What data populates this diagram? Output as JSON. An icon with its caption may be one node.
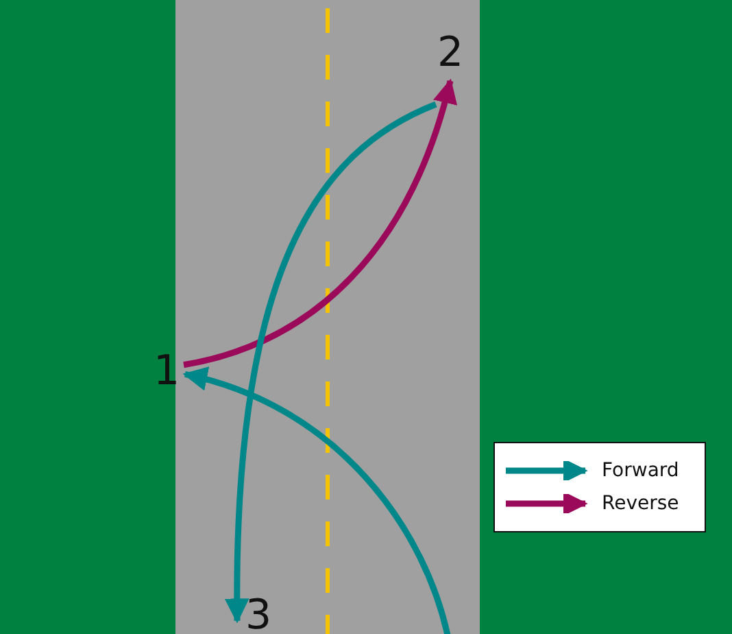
{
  "diagram": {
    "nodes": [
      {
        "text": [
          "1"
        ]
      },
      {
        "text": [
          "2"
        ]
      },
      {
        "text": [
          "3"
        ]
      }
    ],
    "edges": [
      {
        "from": null,
        "to": 0,
        "arrow": "to"
      },
      {
        "from": 0,
        "to": 1,
        "arrow": "to",
        "color": "#9b0a5a"
      },
      {
        "from": 1,
        "to": 2,
        "arrow": "to"
      }
    ],
    "legend": [
      {
        "text": "Forward"
      },
      {
        "text": "Reverse"
      }
    ]
  }
}
